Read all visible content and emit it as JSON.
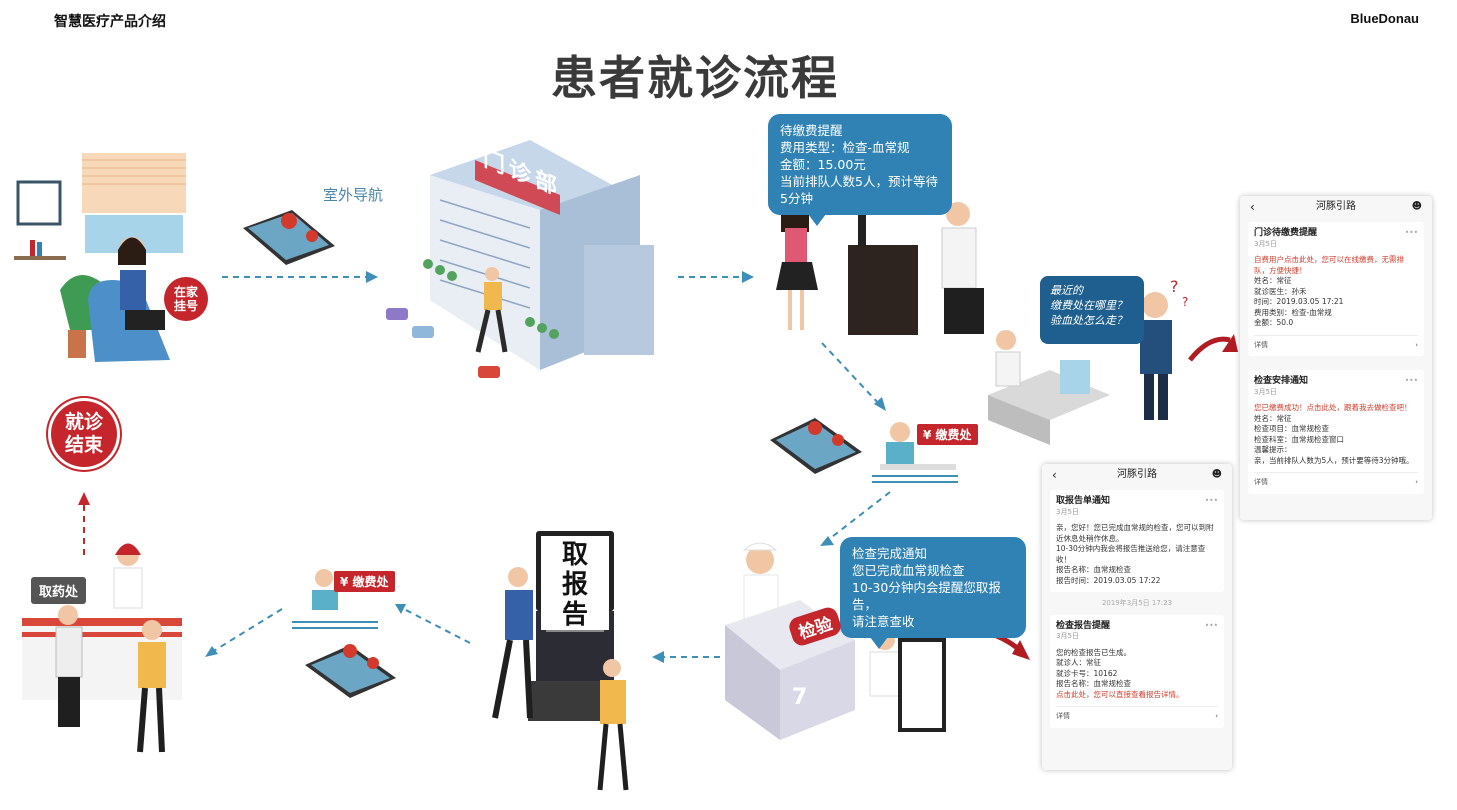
{
  "header": {
    "left": "智慧医疗产品介绍",
    "right": "BlueDonau"
  },
  "title": "患者就诊流程",
  "labels": {
    "outdoor_nav": "室外导航",
    "home_register": [
      "在家",
      "挂号"
    ],
    "clinic_building": "门诊部",
    "payment_counter": "缴费处",
    "payment_counter2": "缴费处",
    "lab": "检验",
    "lab_number": "7",
    "report_kiosk": [
      "取",
      "报",
      "告"
    ],
    "pharmacy": "取药处",
    "end": [
      "就诊",
      "结束"
    ]
  },
  "bubbles": {
    "payment_reminder": [
      "待缴费提醒",
      "费用类型：检查-血常规",
      "金额：15.00元",
      "当前排队人数5人，预计等待5分钟"
    ],
    "exam_done": [
      "检查完成通知",
      "您已完成血常规检查",
      "10-30分钟内会提醒您取报告，",
      "请注意查收"
    ],
    "confused": [
      "最近的",
      "缴费处在哪里？",
      "验血处怎么走？"
    ]
  },
  "phone1": {
    "title": "河豚引路",
    "cards": [
      {
        "title": "门诊待缴费提醒",
        "date": "3月5日",
        "red": "自费用户点击此处，您可以在线缴费，无需排队，方便快捷！",
        "lines": [
          "姓名：常征",
          "就诊医生：孙禾",
          "时间：2019.03.05 17:21",
          "费用类别：检查-血常规",
          "金额：50.0"
        ],
        "detail": "详情"
      },
      {
        "title": "检查安排通知",
        "date": "3月5日",
        "red": "您已缴费成功！点击此处，跟着我去做检查吧！",
        "lines": [
          "姓名：常征",
          "检查项目：血常规检查",
          "检查科室：血常规检查窗口",
          "温馨提示：",
          "亲，当前排队人数为5人，预计要等待3分钟哦。"
        ],
        "detail": "详情"
      }
    ]
  },
  "phone2": {
    "title": "河豚引路",
    "cards": [
      {
        "title": "取报告单通知",
        "date": "3月5日",
        "lines": [
          "亲，您好！您已完成血常规的检查，您可以到附近休息处稍作休息。",
          "10-30分钟内我会将报告推送给您，请注意查收！",
          "报告名称：血常规检查",
          "报告时间：2019.03.05 17:22"
        ]
      },
      {
        "title": "检查报告提醒",
        "date": "3月5日",
        "lines": [
          "您的检查报告已生成。",
          "就诊人：常征",
          "就诊卡号：10162",
          "报告名称：血常规检查"
        ],
        "red": "点击此处，您可以直接查看报告详情。",
        "detail": "详情"
      }
    ],
    "separator": "2019年3月5日 17:23"
  },
  "colors": {
    "accent_blue": "#2f82b3",
    "brand_red": "#c4262b",
    "arrow_teal": "#3d8fb5"
  }
}
